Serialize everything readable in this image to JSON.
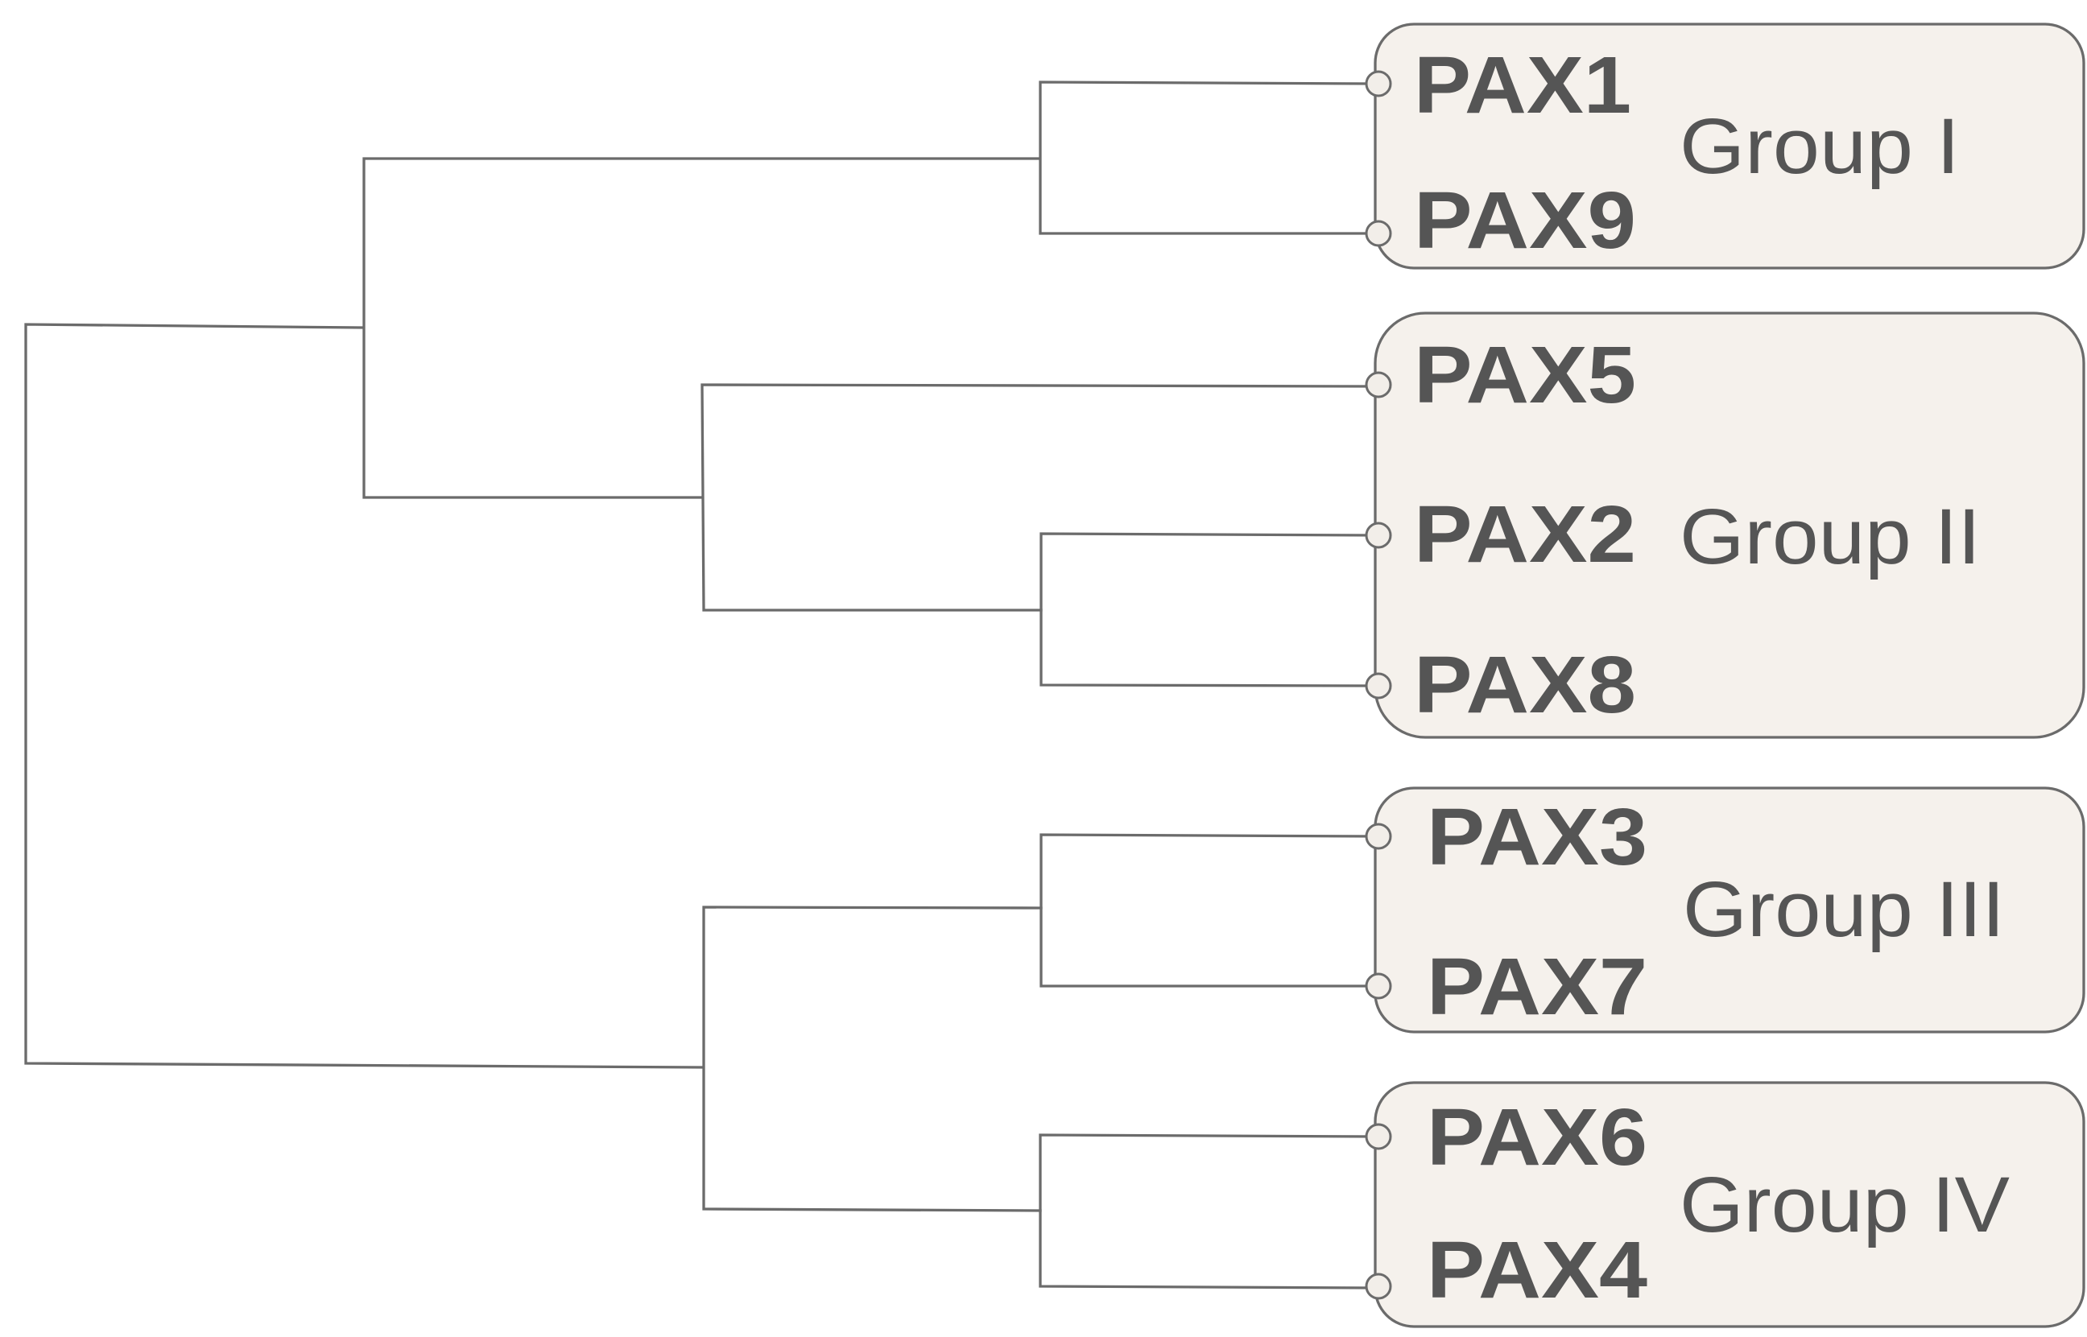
{
  "diagram": {
    "type": "dendrogram",
    "colors": {
      "line": "#6b6b6b",
      "box_fill": "#f5f1ec",
      "text": "#555555"
    },
    "groups": [
      {
        "label": "Group I",
        "genes": [
          "PAX1",
          "PAX9"
        ]
      },
      {
        "label": "Group II",
        "genes": [
          "PAX5",
          "PAX2",
          "PAX8"
        ]
      },
      {
        "label": "Group III",
        "genes": [
          "PAX3",
          "PAX7"
        ]
      },
      {
        "label": "Group IV",
        "genes": [
          "PAX6",
          "PAX4"
        ]
      }
    ]
  }
}
